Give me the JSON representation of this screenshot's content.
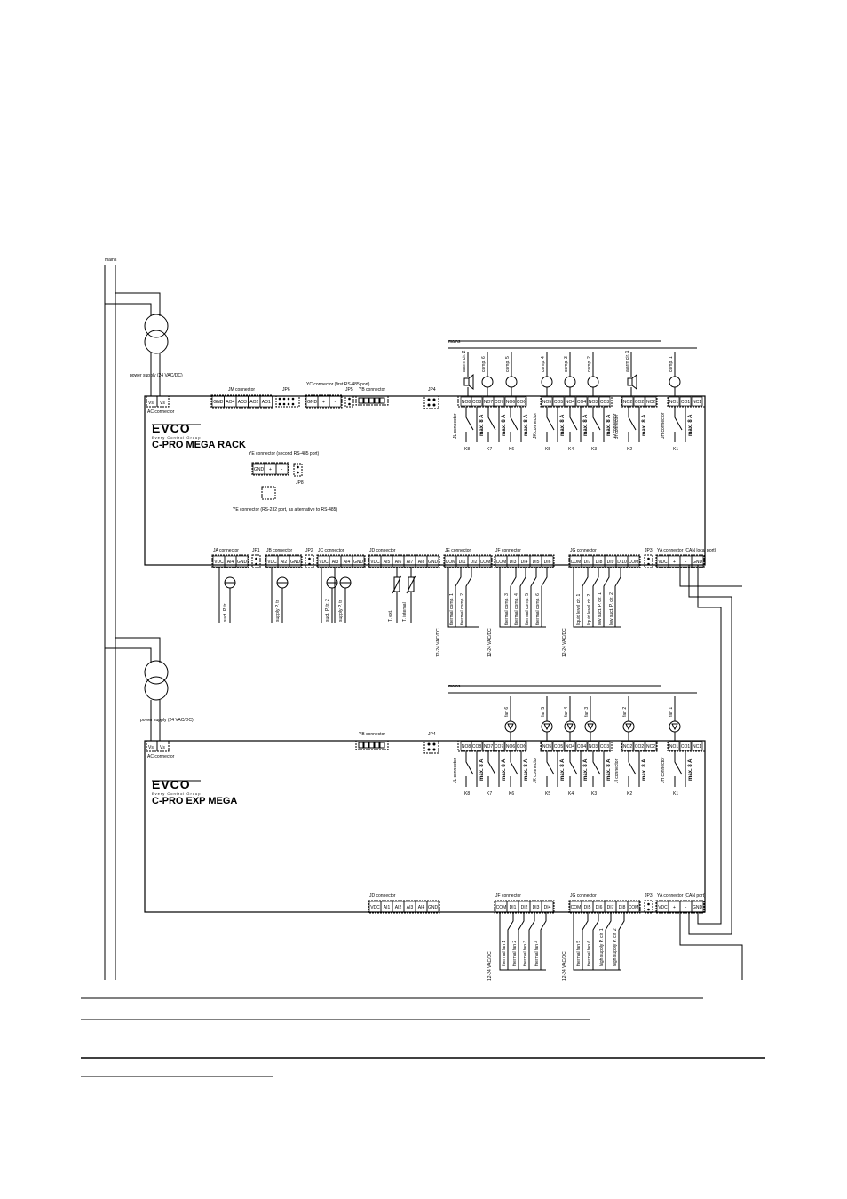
{
  "mains_label": "mains",
  "rack": {
    "brand": "C-PRO MEGA RACK",
    "logo": "EVCO",
    "tagline": "Every Control Group",
    "power_supply": "power supply (24 VAC/DC)",
    "ac_connector": "AC connector",
    "ac_pins": [
      "Vs",
      "Vs"
    ],
    "jm": {
      "label": "JM connector",
      "pins": [
        "GND",
        "AO4",
        "AO3",
        "AO2",
        "AO1"
      ]
    },
    "jp6": "JP6",
    "yc": {
      "label": "YC connector (first RS-485 port)",
      "pins": [
        "GND",
        "+",
        "-"
      ]
    },
    "jp5": "JP5",
    "yb": "YB connector",
    "jp4": "JP4",
    "ye1": {
      "label": "YE connector (second RS-485 port)",
      "pins": [
        "GND",
        "+",
        "-"
      ]
    },
    "jp8": "JP8",
    "ye2": "YE connector (RS-232 port, as alternative to RS-485)",
    "relay_pins": [
      "NO8",
      "CO8",
      "NO7",
      "CO7",
      "NO6",
      "CO6",
      "NO5",
      "CO5",
      "NO4",
      "CO4",
      "NO3",
      "CO3",
      "NO2",
      "CO2",
      "NC2",
      "NO1",
      "CO1",
      "NC1"
    ],
    "loads": [
      "alarm cir. 2",
      "comp. 6",
      "comp. 5",
      "comp. 4",
      "comp. 3",
      "comp. 2",
      "alarm cir. 1",
      "comp. 1"
    ],
    "max": "max. 8 A",
    "relay_connectors": [
      "JL connector",
      "JK connector",
      "JJ connector",
      "JI connector",
      "JH connector"
    ],
    "relays": [
      "K8",
      "K7",
      "K6",
      "K5",
      "K4",
      "K3",
      "K2",
      "K1"
    ],
    "ja": {
      "label": "JA connector",
      "pins": [
        "VDC",
        "AI4",
        "GND"
      ]
    },
    "jp1": "JP1",
    "jb": {
      "label": "JB connector",
      "pins": [
        "VDC",
        "AI2",
        "GND"
      ]
    },
    "jp2": "JP2",
    "jc": {
      "label": "JC connector",
      "pins": [
        "VDC",
        "AI3",
        "AI4",
        "GND"
      ]
    },
    "jd": {
      "label": "JD connector",
      "pins": [
        "VDC",
        "AI5",
        "AI6",
        "AI7",
        "AI8",
        "GND"
      ]
    },
    "je": {
      "label": "JE connector",
      "pins": [
        "COM",
        "DI1",
        "DI2",
        "COM"
      ]
    },
    "jf": {
      "label": "JF connector",
      "pins": [
        "COM",
        "DI3",
        "DI4",
        "DI5",
        "DI6"
      ]
    },
    "jg": {
      "label": "JG connector",
      "pins": [
        "COM",
        "DI7",
        "DI8",
        "DI9",
        "DI10",
        "COM"
      ]
    },
    "jp3": "JP3",
    "ya": {
      "label": "YA connector (CAN local port)",
      "pins": [
        "VDC",
        "+",
        "-",
        "GND"
      ]
    },
    "analog_labels": [
      "suct. P. tr.",
      "supply P. tr.",
      "suct. P. tr. 2",
      "supply P. tr.",
      "T. ext.",
      "T. internal"
    ],
    "digital_labels": [
      "thermal comp. 1",
      "thermal comp. 2",
      "thermal comp. 3",
      "thermal comp. 4",
      "thermal comp. 5",
      "thermal comp. 6",
      "liquid level cir. 1",
      "liquid level cir. 2",
      "low suct. P. cir. 1",
      "low suct. P. cir. 2"
    ],
    "vac": "12-24 VAC/DC"
  },
  "exp": {
    "brand": "C-PRO EXP MEGA",
    "logo": "EVCO",
    "tagline": "Every Control Group",
    "power_supply": "power supply (24 VAC/DC)",
    "ac_connector": "AC connector",
    "yb": "YB connector",
    "jp4": "JP4",
    "loads": [
      "fan 6",
      "fan 5",
      "fan 4",
      "fan 3",
      "fan 2",
      "fan 1"
    ],
    "jd": {
      "label": "JD connector",
      "pins": [
        "VDC",
        "AI1",
        "AI2",
        "AI3",
        "AI4",
        "GND"
      ]
    },
    "jf": {
      "label": "JF connector",
      "pins": [
        "COM",
        "DI1",
        "DI2",
        "DI3",
        "DI4"
      ]
    },
    "jg": {
      "label": "JG connector",
      "pins": [
        "COM",
        "DI5",
        "DI6",
        "DI7",
        "DI8",
        "COM"
      ]
    },
    "jp3": "JP3",
    "ya": {
      "label": "YA connector (CAN port)",
      "pins": [
        "VDC",
        "+",
        "-",
        "GND"
      ]
    },
    "digital_labels": [
      "thermal fan 1",
      "thermal fan 2",
      "thermal fan 3",
      "thermal fan 4",
      "thermal fan 5",
      "thermal fan 6",
      "high supply P. cir. 1",
      "high supply P. cir. 2"
    ]
  }
}
